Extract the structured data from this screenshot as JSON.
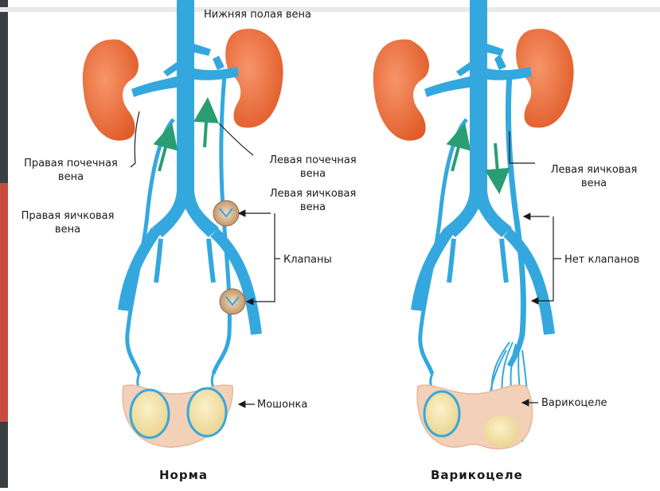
{
  "colors": {
    "vein": "#34a8de",
    "vein_dark": "#1c86bf",
    "kidney": "#e8622e",
    "kidney_light": "#f58a4f",
    "arrow": "#2a9d72",
    "scrotum": "#f3d0b8",
    "testis": "#f2e2a8",
    "valve": "#caa27a"
  },
  "left": {
    "ivc_label": "Нижняя полая вена",
    "right_renal_label": "Правая почечная\nвена",
    "left_renal_label": "Левая почечная\nвена",
    "left_testicular_label": "Левая яичковая\nвена",
    "right_testicular_label": "Правая яичковая\nвена",
    "valves_label": "Клапаны",
    "scrotum_label": "Мошонка",
    "caption": "Норма"
  },
  "right": {
    "left_testicular_label": "Левая яичковая\nвена",
    "no_valves_label": "Нет клапанов",
    "varicocele_label": "Варикоцеле",
    "caption": "Варикоцеле"
  }
}
